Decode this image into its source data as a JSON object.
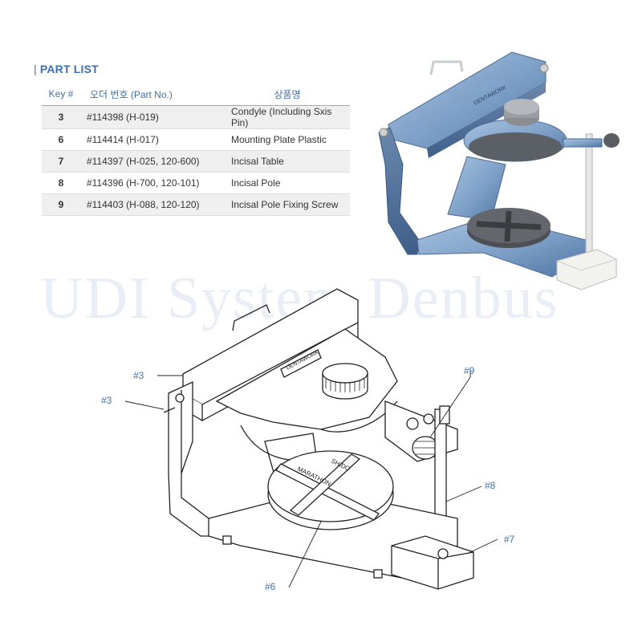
{
  "part_list": {
    "title": "PART LIST",
    "columns": [
      "Key #",
      "오더 번호 (Part No.)",
      "상품명"
    ],
    "rows": [
      {
        "key": "3",
        "part_no": "#114398 (H-019)",
        "name": "Condyle (Including Sxis Pin)"
      },
      {
        "key": "6",
        "part_no": "#114414 (H-017)",
        "name": "Mounting Plate Plastic"
      },
      {
        "key": "7",
        "part_no": "#114397 (H-025, 120-600)",
        "name": "Incisal Table"
      },
      {
        "key": "8",
        "part_no": "#114396 (H-700, 120-101)",
        "name": "Incisal Pole"
      },
      {
        "key": "9",
        "part_no": "#114403 (H-088, 120-120)",
        "name": "Incisal Pole Fixing Screw"
      }
    ]
  },
  "watermark": "UDI System Denbus",
  "photo_brand": "DENTAWORK",
  "drawing": {
    "brand_plate": "DENTAWORK",
    "plate_marking_1": "MARATHON",
    "plate_marking_2": "SHIDO",
    "callouts": {
      "c3a": "#3",
      "c3b": "#3",
      "c9": "#9",
      "c8": "#8",
      "c7": "#7",
      "c6": "#6"
    }
  },
  "colors": {
    "accent": "#3f6fa8",
    "articulator_blue": "#7d9fc7",
    "row_shade": "#efefef"
  }
}
